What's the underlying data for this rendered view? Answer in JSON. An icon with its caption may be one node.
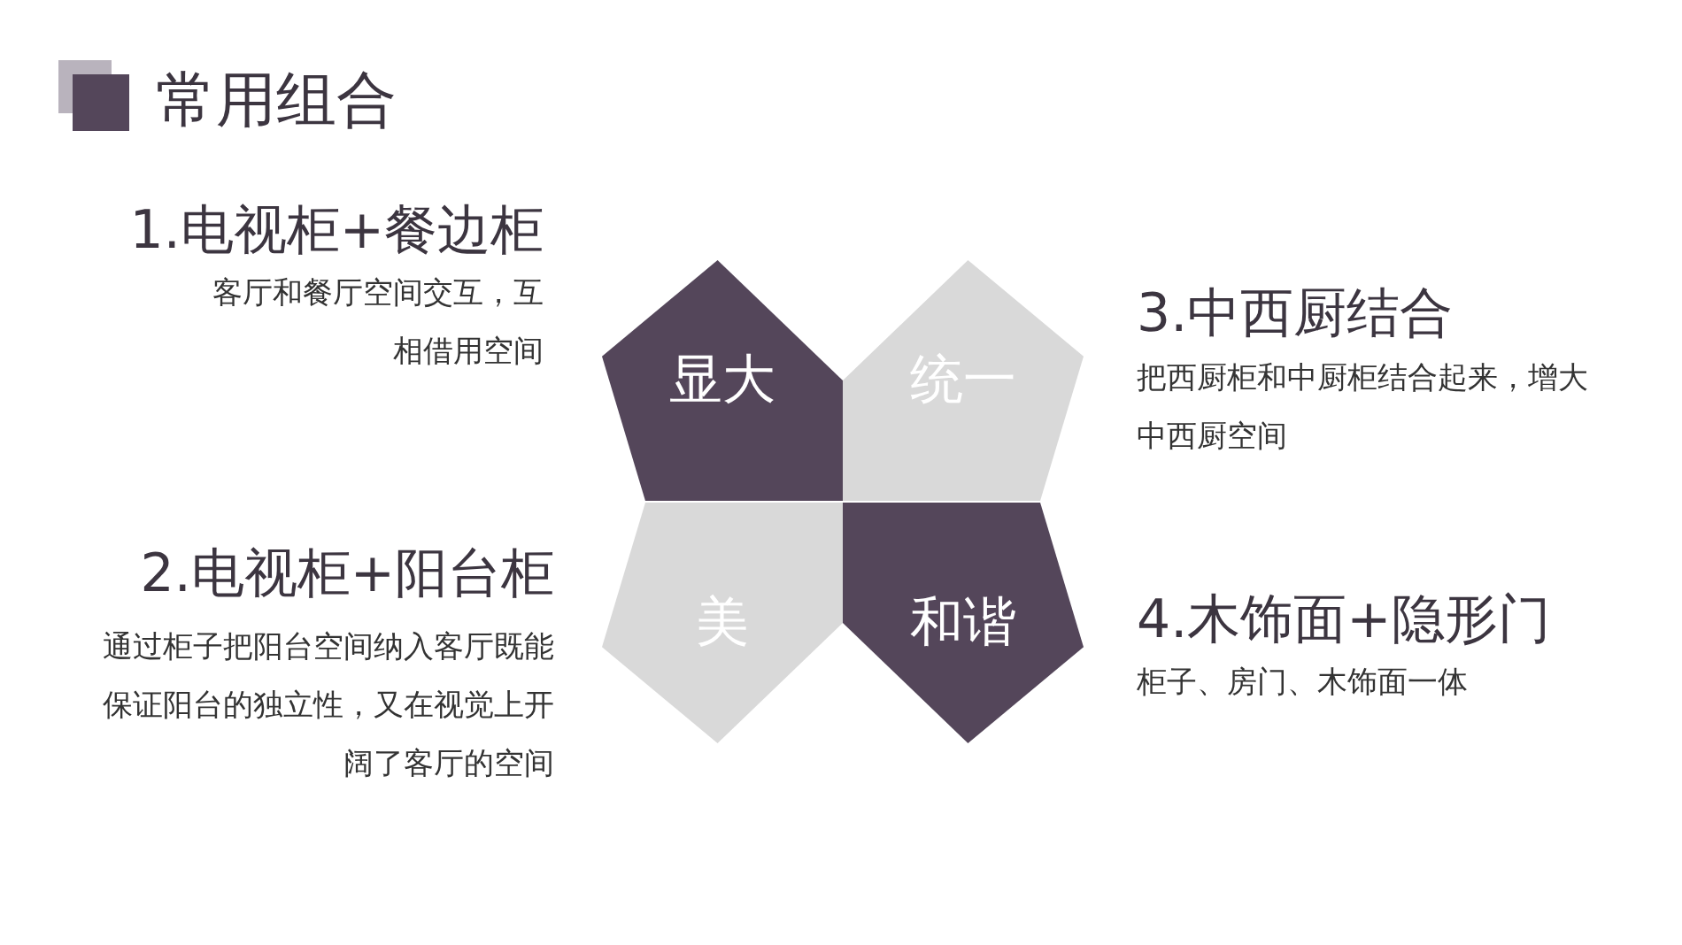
{
  "diagram": {
    "title": "常用组合",
    "nodes": [
      {
        "text": [
          "显大"
        ]
      },
      {
        "text": [
          "统一"
        ]
      },
      {
        "text": [
          "美"
        ]
      },
      {
        "text": [
          "和谐"
        ]
      }
    ],
    "edges": [],
    "labels": [
      "1.电视柜+餐边柜",
      "客厅和餐厅空间交互，互相借用空间",
      "3.中西厨结合",
      "把西厨柜和中厨柜结合起来，增大中西厨空间",
      "2.电视柜+阳台柜",
      "通过柜子把阳台空间纳入客厅既能保证阳台的独立性，又在视觉上开阔了客厅的空间",
      "4.木饰面+隐形门",
      "柜子、房门、木饰面一体"
    ]
  }
}
